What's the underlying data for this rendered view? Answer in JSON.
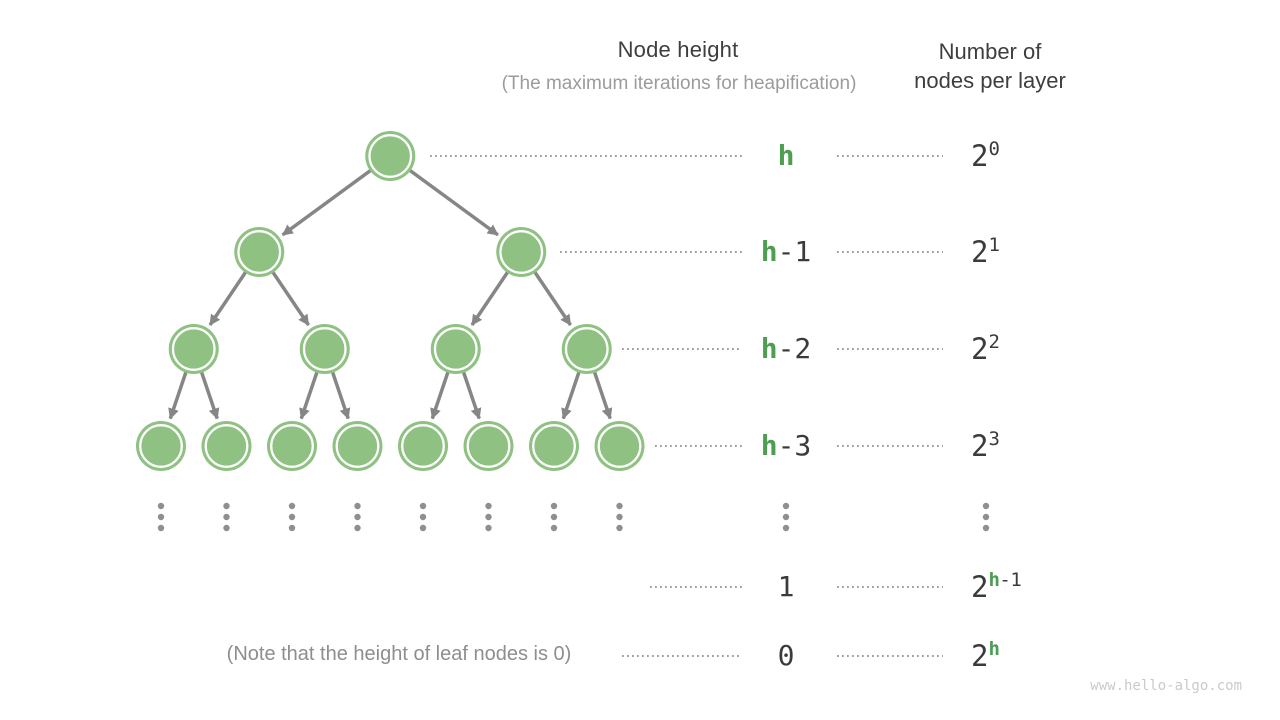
{
  "header": {
    "node_height_title": "Node height",
    "node_height_subtitle": "(The maximum iterations for heapification)",
    "nodes_per_layer_line1": "Number of",
    "nodes_per_layer_line2": "nodes per layer"
  },
  "footnote": "(Note that the height of leaf nodes is 0)",
  "watermark": "www.hello-algo.com",
  "colors": {
    "node_fill": "#8EC182",
    "node_ring": "#FFFFFF",
    "green_text": "#4D9E53",
    "dark_text": "#3B3B3B",
    "arrow_gray": "#868686",
    "dotted_gray": "#9E9E9E",
    "ellipsis_gray": "#8F8F8F"
  },
  "tree": {
    "levels_shown": [
      1,
      2,
      4,
      8
    ],
    "ellipsis_columns": 8
  },
  "rows": [
    {
      "kind": "level",
      "height": [
        {
          "text": "h",
          "color": "green"
        }
      ],
      "count_base": "2",
      "count_sup": [
        {
          "text": "0",
          "color": "dark"
        }
      ]
    },
    {
      "kind": "level",
      "height": [
        {
          "text": "h",
          "color": "green"
        },
        {
          "text": "-1",
          "color": "dark"
        }
      ],
      "count_base": "2",
      "count_sup": [
        {
          "text": "1",
          "color": "dark"
        }
      ]
    },
    {
      "kind": "level",
      "height": [
        {
          "text": "h",
          "color": "green"
        },
        {
          "text": "-2",
          "color": "dark"
        }
      ],
      "count_base": "2",
      "count_sup": [
        {
          "text": "2",
          "color": "dark"
        }
      ]
    },
    {
      "kind": "level",
      "height": [
        {
          "text": "h",
          "color": "green"
        },
        {
          "text": "-3",
          "color": "dark"
        }
      ],
      "count_base": "2",
      "count_sup": [
        {
          "text": "3",
          "color": "dark"
        }
      ]
    },
    {
      "kind": "ellipsis"
    },
    {
      "kind": "level",
      "height": [
        {
          "text": "1",
          "color": "dark"
        }
      ],
      "count_base": "2",
      "count_sup": [
        {
          "text": "h",
          "color": "green"
        },
        {
          "text": "-1",
          "color": "dark"
        }
      ]
    },
    {
      "kind": "level",
      "height": [
        {
          "text": "0",
          "color": "dark"
        }
      ],
      "count_base": "2",
      "count_sup": [
        {
          "text": "h",
          "color": "green"
        }
      ]
    }
  ]
}
